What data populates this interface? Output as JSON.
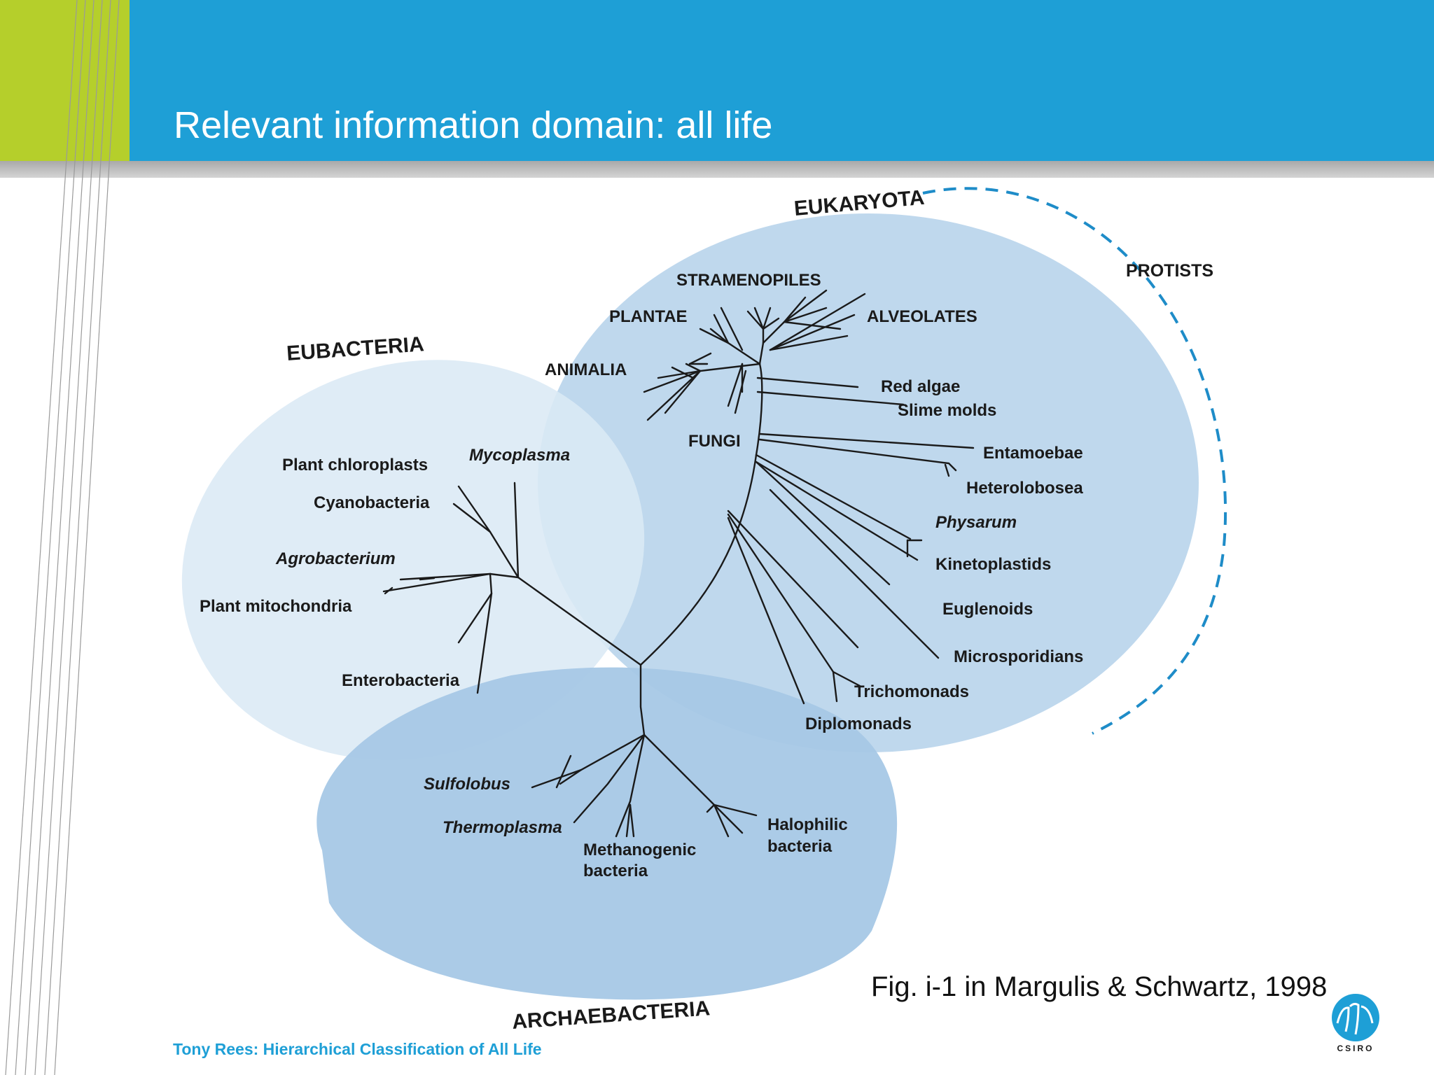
{
  "slide": {
    "title": "Relevant information domain: all life",
    "caption": "Fig. i-1 in Margulis & Schwartz, 1998",
    "footer": "Tony Rees: Hierarchical Classification of All Life",
    "logo_text": "CSIRO"
  },
  "diagram": {
    "domains": {
      "eukaryota": "EUKARYOTA",
      "eubacteria": "EUBACTERIA",
      "archaebacteria": "ARCHAEBACTERIA",
      "protists": "PROTISTS"
    },
    "eukaryota_labels": {
      "stramenopiles": "STRAMENOPILES",
      "plantae": "PLANTAE",
      "alveolates": "ALVEOLATES",
      "animalia": "ANIMALIA",
      "fungi": "FUNGI",
      "red_algae": "Red algae",
      "slime_molds": "Slime molds",
      "entamoebae": "Entamoebae",
      "heterolobosea": "Heterolobosea",
      "physarum": "Physarum",
      "kinetoplastids": "Kinetoplastids",
      "euglenoids": "Euglenoids",
      "microsporidians": "Microsporidians",
      "trichomonads": "Trichomonads",
      "diplomonads": "Diplomonads"
    },
    "eubacteria_labels": {
      "plant_chloroplasts": "Plant chloroplasts",
      "mycoplasma": "Mycoplasma",
      "cyanobacteria": "Cyanobacteria",
      "agrobacterium": "Agrobacterium",
      "plant_mitochondria": "Plant mitochondria",
      "enterobacteria": "Enterobacteria"
    },
    "archaebacteria_labels": {
      "sulfolobus": "Sulfolobus",
      "thermoplasma": "Thermoplasma",
      "methanogenic_1": "Methanogenic",
      "methanogenic_2": "bacteria",
      "halophilic_1": "Halophilic",
      "halophilic_2": "bacteria"
    }
  },
  "colors": {
    "header_blue": "#1e9fd6",
    "accent_green": "#b5cf2b",
    "eukaryota_fill": "#bcd6ec",
    "eubacteria_fill": "#dbe9f5",
    "archaebacteria_fill": "#a7c8e6",
    "protists_dash": "#1e8cc8"
  },
  "icons": {
    "logo": "csiro-logo-icon"
  }
}
